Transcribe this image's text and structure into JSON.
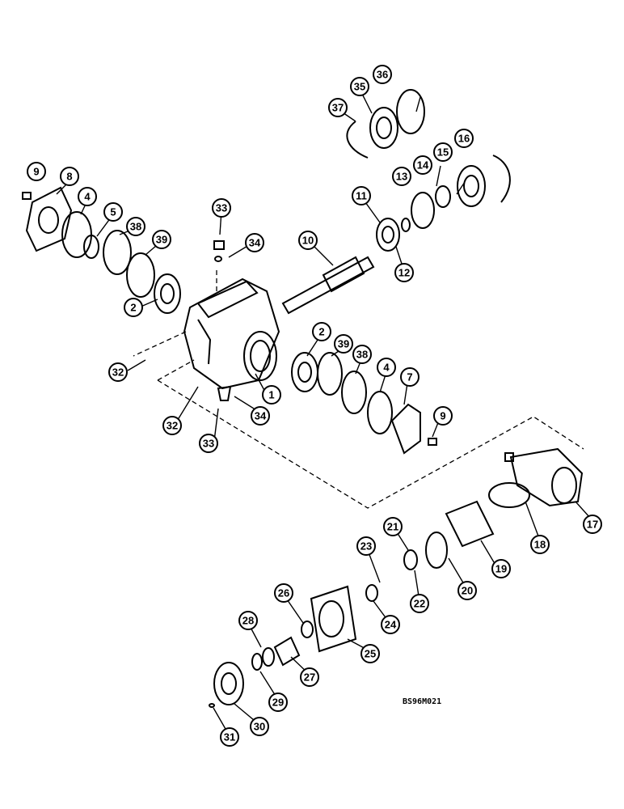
{
  "drawing_ref": "BS96M021",
  "callouts": [
    "1",
    "2",
    "2",
    "4",
    "4",
    "5",
    "7",
    "8",
    "9",
    "9",
    "10",
    "11",
    "12",
    "13",
    "14",
    "15",
    "16",
    "17",
    "18",
    "19",
    "20",
    "21",
    "22",
    "23",
    "24",
    "25",
    "26",
    "27",
    "28",
    "29",
    "30",
    "31",
    "32",
    "32",
    "33",
    "33",
    "34",
    "34",
    "35",
    "36",
    "37",
    "38",
    "38",
    "39",
    "39"
  ]
}
